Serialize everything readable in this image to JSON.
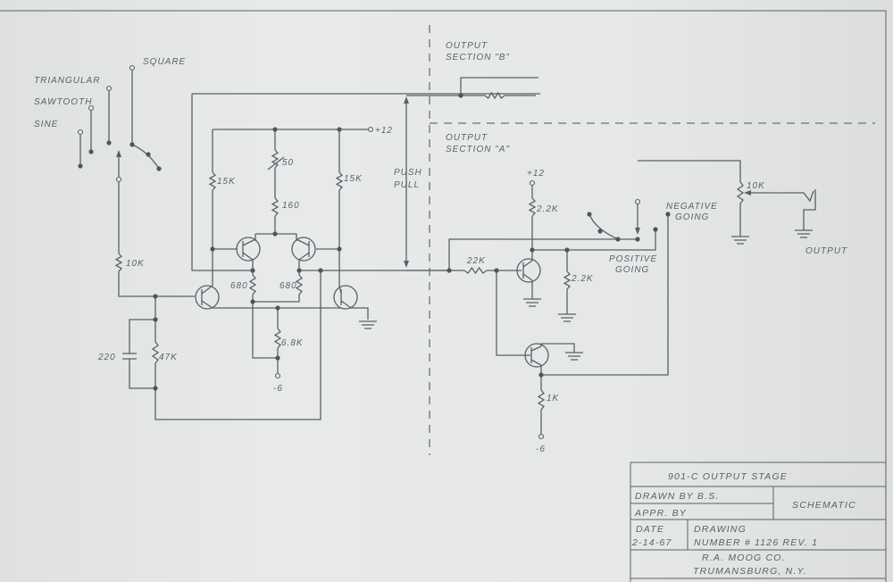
{
  "waveform_switch": {
    "labels": [
      "TRIANGULAR",
      "SAWTOOTH",
      "SINE",
      "SQUARE"
    ]
  },
  "components": {
    "r_10k_input": "10K",
    "r_15k_left": "15K",
    "r_15k_right": "15K",
    "pot_50": "50",
    "r_160": "160",
    "r_680_left": "680",
    "r_680_right": "680",
    "r_6_8k": "6.8K",
    "c_220": "220",
    "r_47k": "47K",
    "r_22k": "22K",
    "r_2_2k_top": "2.2K",
    "r_2_2k_bottom": "2.2K",
    "r_1k": "1K",
    "pot_10k": "10K"
  },
  "supplies": {
    "plus12_left": "+12",
    "minus6_left": "-6",
    "plus12_right": "+12",
    "minus6_right": "-6"
  },
  "labels": {
    "push": "PUSH",
    "pull": "PULL",
    "section_b_line1": "OUTPUT",
    "section_b_line2": "SECTION \"B\"",
    "section_a_line1": "OUTPUT",
    "section_a_line2": "SECTION \"A\"",
    "negative_line1": "NEGATIVE",
    "negative_line2": "GOING",
    "positive_line1": "POSITIVE",
    "positive_line2": "GOING",
    "output": "OUTPUT"
  },
  "title_block": {
    "title": "901-C   OUTPUT   STAGE",
    "drawn_by": "DRAWN  BY  B.S.",
    "appr_by": "APPR.  BY",
    "type": "SCHEMATIC",
    "date_label": "DATE",
    "date_value": "2-14-67",
    "drawing_label": "DRAWING",
    "drawing_number": "NUMBER   #   1126      REV. 1",
    "company": "R.A.  MOOG  CO.",
    "location": "TRUMANSBURG,  N.Y."
  }
}
